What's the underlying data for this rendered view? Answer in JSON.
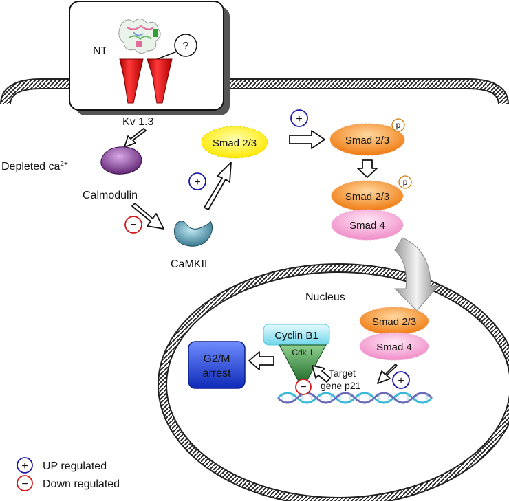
{
  "labels": {
    "nt": "NT",
    "question": "?",
    "kv13": "Kv 1.3",
    "depleted_ca": "Depleted ca",
    "depleted_ca_sup": "2+",
    "calmodulin": "Calmodulin",
    "camkii": "CaMKII",
    "nucleus": "Nucleus",
    "smad23": "Smad 2/3",
    "smad4": "Smad 4",
    "p": "p",
    "cyclin_b1": "Cyclin B1",
    "cdk1": "Cdk 1",
    "target_line1": "Target",
    "target_line2": "gene p21",
    "g2m_line1": "G2/M",
    "g2m_line2": "arrest",
    "plus": "+",
    "minus": "−"
  },
  "legend": {
    "up": "UP regulated",
    "down": "Down regulated"
  },
  "colors": {
    "channel_red": "#e01010",
    "smad23_fill": "#f58a1f",
    "smad23_top_fill": "#ffee22",
    "smad4_fill": "#f7a8d8",
    "cyclin_fill": "#8fe4f2",
    "cdk_fill": "#1f7a2a",
    "g2m_fill": "#1a3bd6",
    "plus_ring": "#1a1aa8",
    "minus_ring": "#d01818",
    "calmodulin_fill": "#7a3a8a",
    "camkii_fill": "#3f8fa8"
  }
}
